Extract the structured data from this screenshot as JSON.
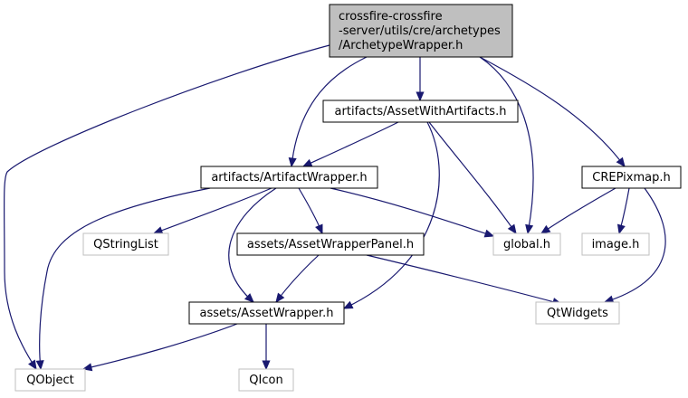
{
  "graph": {
    "nodes": [
      {
        "id": "root",
        "kind": "root",
        "lines": [
          "crossfire-crossfire",
          "-server/utils/cre/archetypes",
          "/ArchetypeWrapper.h"
        ]
      },
      {
        "id": "assetwithartifacts",
        "kind": "internal",
        "lines": [
          "artifacts/AssetWithArtifacts.h"
        ]
      },
      {
        "id": "artifactwrapper",
        "kind": "internal",
        "lines": [
          "artifacts/ArtifactWrapper.h"
        ]
      },
      {
        "id": "crepixmap",
        "kind": "internal",
        "lines": [
          "CREPixmap.h"
        ]
      },
      {
        "id": "qstringlist",
        "kind": "external",
        "lines": [
          "QStringList"
        ]
      },
      {
        "id": "assetwrapperpanel",
        "kind": "internal",
        "lines": [
          "assets/AssetWrapperPanel.h"
        ]
      },
      {
        "id": "global",
        "kind": "external",
        "lines": [
          "global.h"
        ]
      },
      {
        "id": "image",
        "kind": "external",
        "lines": [
          "image.h"
        ]
      },
      {
        "id": "assetwrapper",
        "kind": "internal",
        "lines": [
          "assets/AssetWrapper.h"
        ]
      },
      {
        "id": "qtwidgets",
        "kind": "external",
        "lines": [
          "QtWidgets"
        ]
      },
      {
        "id": "qobject",
        "kind": "external",
        "lines": [
          "QObject"
        ]
      },
      {
        "id": "qicon",
        "kind": "external",
        "lines": [
          "QIcon"
        ]
      }
    ],
    "edges": [
      {
        "from": "root",
        "to": "qobject"
      },
      {
        "from": "root",
        "to": "artifactwrapper"
      },
      {
        "from": "root",
        "to": "assetwithartifacts"
      },
      {
        "from": "root",
        "to": "global"
      },
      {
        "from": "root",
        "to": "crepixmap"
      },
      {
        "from": "assetwithartifacts",
        "to": "artifactwrapper"
      },
      {
        "from": "assetwithartifacts",
        "to": "global"
      },
      {
        "from": "assetwithartifacts",
        "to": "assetwrapper"
      },
      {
        "from": "artifactwrapper",
        "to": "qobject"
      },
      {
        "from": "artifactwrapper",
        "to": "qstringlist"
      },
      {
        "from": "artifactwrapper",
        "to": "assetwrapper"
      },
      {
        "from": "artifactwrapper",
        "to": "assetwrapperpanel"
      },
      {
        "from": "artifactwrapper",
        "to": "global"
      },
      {
        "from": "crepixmap",
        "to": "global"
      },
      {
        "from": "crepixmap",
        "to": "image"
      },
      {
        "from": "crepixmap",
        "to": "qtwidgets"
      },
      {
        "from": "assetwrapperpanel",
        "to": "assetwrapper"
      },
      {
        "from": "assetwrapperpanel",
        "to": "qtwidgets"
      },
      {
        "from": "assetwrapper",
        "to": "qobject"
      },
      {
        "from": "assetwrapper",
        "to": "qicon"
      }
    ],
    "colors": {
      "edge": "#191970",
      "root_fill": "#bfbfbf",
      "internal_border": "#000000",
      "external_border": "#bfbfbf"
    }
  }
}
